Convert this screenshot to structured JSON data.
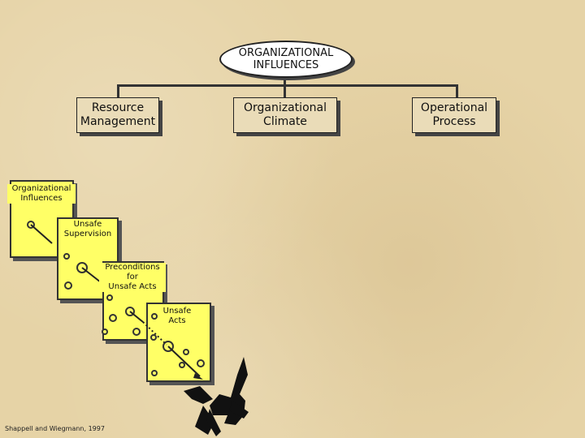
{
  "hierarchy": {
    "root": "ORGANIZATIONAL\nINFLUENCES",
    "children": [
      "Resource\nManagement",
      "Organizational\nClimate",
      "Operational\nProcess"
    ]
  },
  "slices": [
    "Organizational\nInfluences",
    "Unsafe\nSupervision",
    "Preconditions\nfor\nUnsafe Acts",
    "Unsafe\nActs"
  ],
  "credit": "Shappell and Wiegmann, 1997",
  "colors": {
    "slice": "#ffff66",
    "box": "#eadcb8",
    "background": "#e6d3a6"
  }
}
